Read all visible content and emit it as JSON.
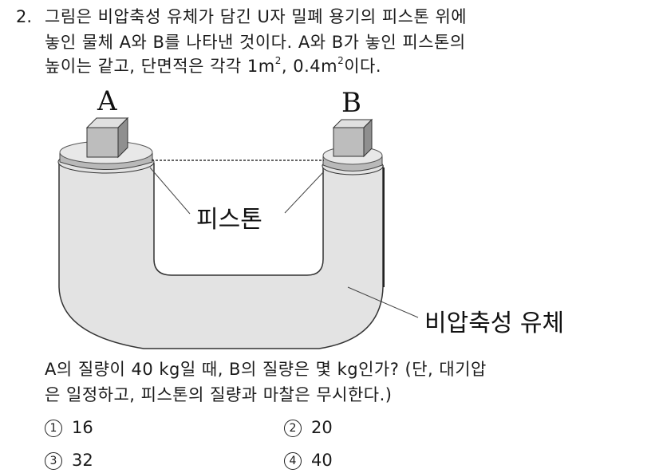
{
  "question": {
    "number": "2.",
    "stem_lines": [
      "그림은 비압축성 유체가 담긴 U자 밀폐 용기의 피스톤 위에",
      "놓인 물체 A와 B를 나타낸 것이다. A와 B가 놓인 피스톤의",
      "높이는 같고, 단면적은 각각 1m"
    ],
    "area_a_unit_sup": "2",
    "area_mid": ", 0.4m",
    "area_b_unit_sup": "2",
    "area_end": "이다.",
    "prompt_lines": [
      "A의 질량이 40 kg일 때, B의 질량은 몇 kg인가? (단, 대기압",
      "은 일정하고, 피스톤의 질량과 마찰은 무시한다.)"
    ]
  },
  "figure": {
    "label_a": "A",
    "label_b": "B",
    "piston_label": "피스톤",
    "fluid_label": "비압축성 유체",
    "colors": {
      "fluid": "#e3e3e3",
      "piston_top": "#e8e8e8",
      "piston_band": "#b9b9b9",
      "block_front": "#bdbdbd",
      "block_top": "#e0e0e0",
      "block_side": "#8f8f8f",
      "outline": "#333333"
    }
  },
  "choices": [
    {
      "mark": "1",
      "value": "16"
    },
    {
      "mark": "2",
      "value": "20"
    },
    {
      "mark": "3",
      "value": "32"
    },
    {
      "mark": "4",
      "value": "40"
    }
  ]
}
